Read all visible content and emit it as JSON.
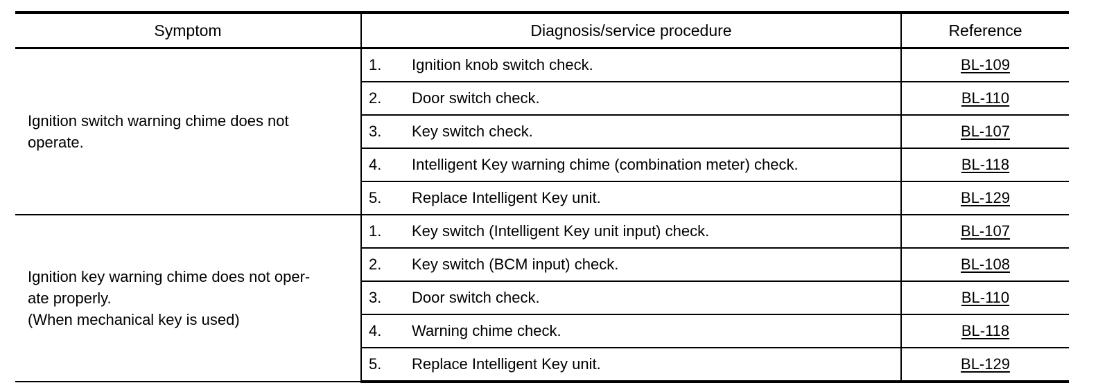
{
  "table": {
    "headers": {
      "symptom": "Symptom",
      "procedure": "Diagnosis/service procedure",
      "reference": "Reference"
    },
    "groups": [
      {
        "symptom_lines": [
          "Ignition switch warning chime does not",
          "operate."
        ],
        "rows": [
          {
            "num": "1.",
            "procedure": "Ignition knob switch check.",
            "reference": "BL-109"
          },
          {
            "num": "2.",
            "procedure": "Door switch check.",
            "reference": "BL-110"
          },
          {
            "num": "3.",
            "procedure": "Key switch check.",
            "reference": "BL-107"
          },
          {
            "num": "4.",
            "procedure": "Intelligent Key warning chime (combination meter) check.",
            "reference": "BL-118"
          },
          {
            "num": "5.",
            "procedure": "Replace Intelligent Key unit.",
            "reference": "BL-129"
          }
        ]
      },
      {
        "symptom_lines": [
          "Ignition key warning chime does not oper-",
          "ate properly.",
          "(When mechanical key is used)"
        ],
        "rows": [
          {
            "num": "1.",
            "procedure": "Key switch (Intelligent Key unit input) check.",
            "reference": "BL-107"
          },
          {
            "num": "2.",
            "procedure": "Key switch (BCM input) check.",
            "reference": "BL-108"
          },
          {
            "num": "3.",
            "procedure": "Door switch check.",
            "reference": "BL-110"
          },
          {
            "num": "4.",
            "procedure": "Warning chime check.",
            "reference": "BL-118"
          },
          {
            "num": "5.",
            "procedure": "Replace Intelligent Key unit.",
            "reference": "BL-129"
          }
        ]
      }
    ]
  },
  "colors": {
    "rule": "#000000",
    "text": "#000000",
    "background": "#ffffff"
  }
}
